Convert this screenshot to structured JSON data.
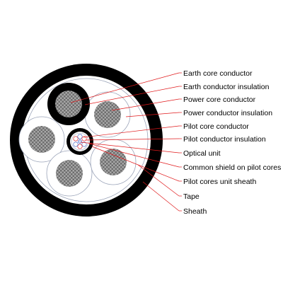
{
  "labels": [
    "Earth core conductor",
    "Earth conductor insulation",
    "Power core conductor",
    "Power conductor insulation",
    "Pilot core conductor",
    "Pilot conductor insulation",
    "Optical unit",
    "Common shield on pilot cores",
    "Pilot cores unit  sheath",
    "Tape",
    "Sheath"
  ],
  "colors": {
    "sheath": "#000000",
    "tape": "#ffffff",
    "filler": "#ffffff",
    "leader": "#e0191b",
    "insulation_outline": "#9aa3b8",
    "checker_dark": "#6d6d6d",
    "checker_light": "#a8a8a8"
  }
}
